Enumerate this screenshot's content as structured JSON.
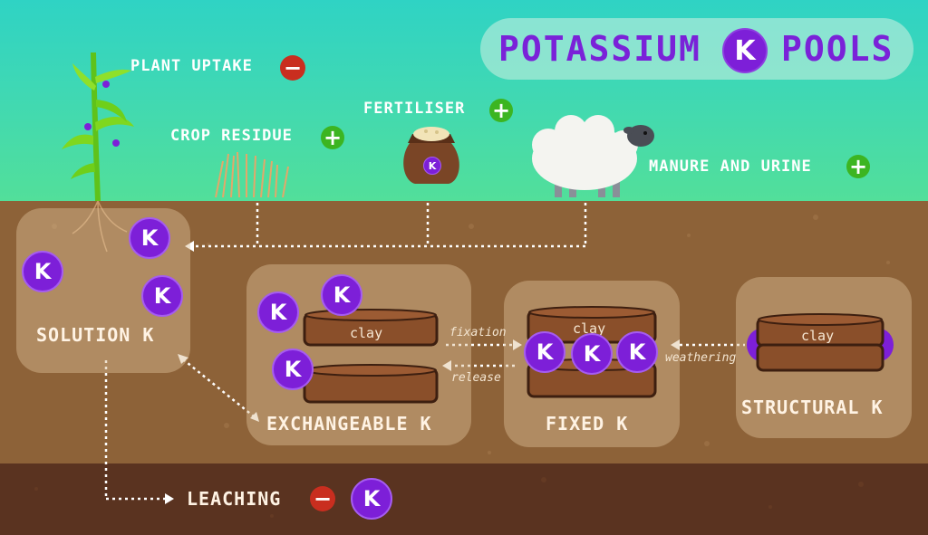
{
  "title": {
    "left": "POTASSIUM",
    "k": "K",
    "right": "POOLS"
  },
  "inputs": {
    "plant_uptake": "PLANT UPTAKE",
    "crop_residue": "CROP RESIDUE",
    "fertiliser": "FERTILISER",
    "manure": "MANURE AND URINE",
    "bag_k": "K"
  },
  "pools": {
    "solution": "SOLUTION K",
    "exchangeable": "EXCHANGEABLE K",
    "fixed": "FIXED K",
    "structural": "STRUCTURAL K"
  },
  "clay": "clay",
  "k_symbol": "K",
  "arrows": {
    "fixation": "fixation",
    "release": "release",
    "weathering": "weathering"
  },
  "leaching": "LEACHING",
  "signs": {
    "plus": "+",
    "minus": "−"
  },
  "colors": {
    "sky": "#3fd8b4",
    "soil": "#8d6238",
    "deep_soil": "#5a3320",
    "k_purple": "#7d1fd8",
    "plus_green": "#3cb521",
    "minus_red": "#c92e1f",
    "clay_brown": "#8a4f2a"
  }
}
